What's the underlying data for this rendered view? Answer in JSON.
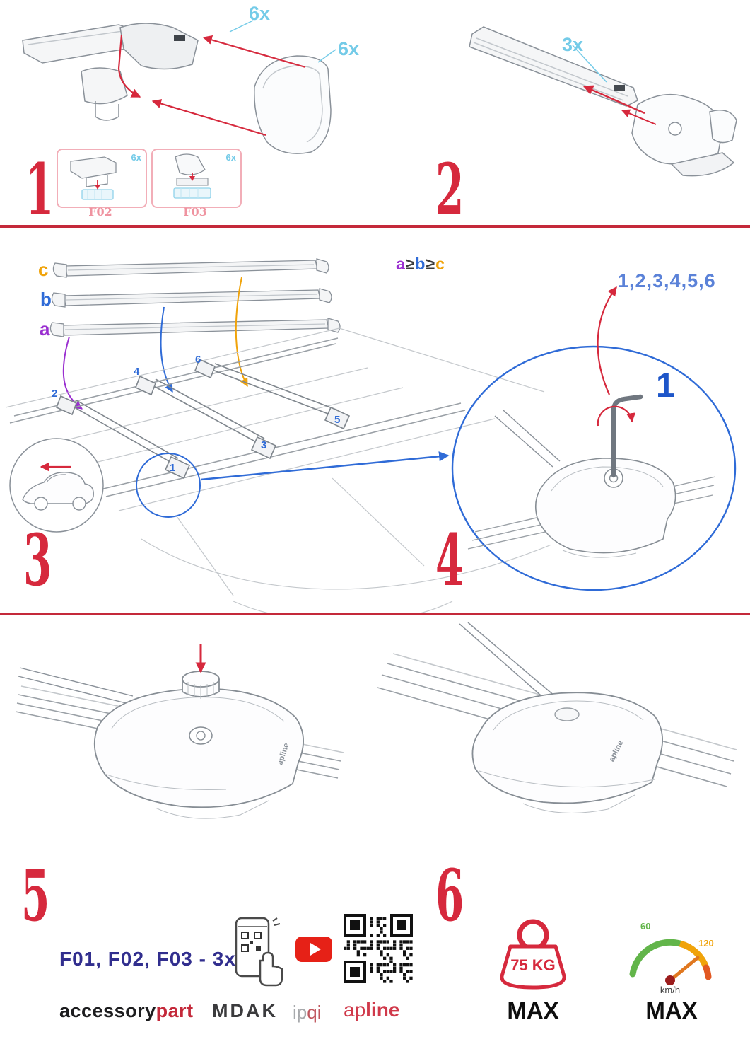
{
  "steps": {
    "s1": {
      "number": "1",
      "qty_cover": "6x",
      "qty_shell": "6x",
      "inset_f02": {
        "code": "F02",
        "qty": "6x"
      },
      "inset_f03": {
        "code": "F03",
        "qty": "6x"
      }
    },
    "s2": {
      "number": "2",
      "qty": "3x"
    },
    "s3": {
      "number": "3",
      "label_a": "a",
      "label_b": "b",
      "label_c": "c",
      "rule": {
        "a": "a",
        "ge1": "≥",
        "b": "b",
        "ge2": "≥",
        "c": "c"
      },
      "positions": {
        "p1": "1",
        "p2": "2",
        "p3": "3",
        "p4": "4",
        "p5": "5",
        "p6": "6"
      }
    },
    "s4": {
      "number": "4",
      "tighten_order": "1,2,3,4,5,6",
      "first": "1"
    },
    "s5": {
      "number": "5",
      "foot_brand": "apline"
    },
    "s6": {
      "number": "6",
      "foot_brand": "apline"
    }
  },
  "footer": {
    "kit_codes": "F01, F02, F03 - 3x",
    "brands": {
      "accessory": "accessory",
      "part": "part",
      "mdak": "MDAK",
      "ip": "ip",
      "qi": "qi",
      "ap": "ap",
      "line": "line"
    },
    "load": {
      "value": "75 KG",
      "max": "MAX"
    },
    "speed": {
      "low": "60",
      "high": "120",
      "unit": "km/h",
      "max": "MAX"
    }
  }
}
